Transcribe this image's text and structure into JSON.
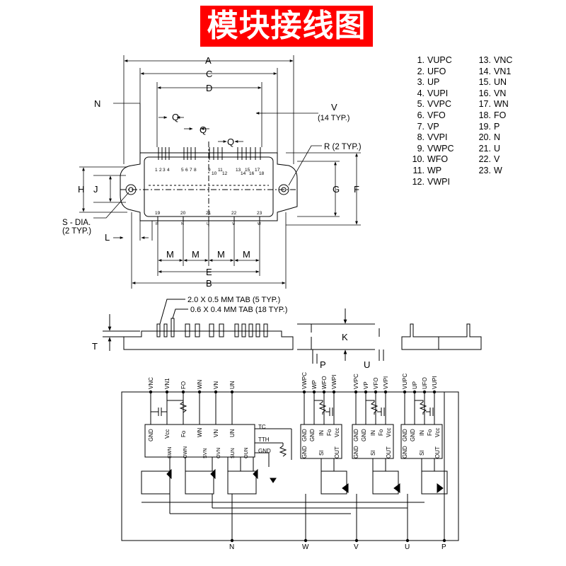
{
  "title": "模块接线图",
  "pins": [
    {
      "num": "1.",
      "name": "VUPC"
    },
    {
      "num": "2.",
      "name": "UFO"
    },
    {
      "num": "3.",
      "name": "UP"
    },
    {
      "num": "4.",
      "name": "VUPI"
    },
    {
      "num": "5.",
      "name": "VVPC"
    },
    {
      "num": "6.",
      "name": "VFO"
    },
    {
      "num": "7.",
      "name": "VP"
    },
    {
      "num": "8.",
      "name": "VVPI"
    },
    {
      "num": "9.",
      "name": "VWPC"
    },
    {
      "num": "10.",
      "name": "WFO"
    },
    {
      "num": "11.",
      "name": "WP"
    },
    {
      "num": "12.",
      "name": "VWPI"
    },
    {
      "num": "13.",
      "name": "VNC"
    },
    {
      "num": "14.",
      "name": "VN1"
    },
    {
      "num": "15.",
      "name": "UN"
    },
    {
      "num": "16.",
      "name": "VN"
    },
    {
      "num": "17.",
      "name": "WN"
    },
    {
      "num": "18.",
      "name": "FO"
    },
    {
      "num": "19.",
      "name": "P"
    },
    {
      "num": "20.",
      "name": "N"
    },
    {
      "num": "21.",
      "name": "U"
    },
    {
      "num": "22.",
      "name": "V"
    },
    {
      "num": "23.",
      "name": "W"
    }
  ],
  "dims": {
    "A": "A",
    "B": "B",
    "C": "C",
    "D": "D",
    "E": "E",
    "F": "F",
    "G": "G",
    "H": "H",
    "J": "J",
    "K": "K",
    "L": "L",
    "M": "M",
    "N": "N",
    "P": "P",
    "Q": "Q",
    "T": "T",
    "U": "U",
    "V": "V",
    "V_note": "(14 TYP.)",
    "R": "R (2 TYP.)",
    "S": "S - DIA.",
    "S_note": "(2 TYP.)"
  },
  "top_pins": [
    "1",
    "2",
    "3",
    "4",
    "5",
    "6",
    "7",
    "8",
    "9",
    "10",
    "11",
    "12",
    "13",
    "14",
    "15",
    "16",
    "17",
    "18"
  ],
  "bottom_pins": [
    "19",
    "20",
    "21",
    "22",
    "23"
  ],
  "bottom_letters": [
    "P",
    "N",
    "U",
    "V",
    "W"
  ],
  "tab_notes": [
    "2.0 X 0.5 MM TAB (5 TYP.)",
    "0.6 X 0.4 MM TAB (18 TYP.)"
  ],
  "schematic": {
    "top_left_labels": [
      "VNC",
      "VN1",
      "FO",
      "WN",
      "VN",
      "UN"
    ],
    "top_w_labels": [
      "VWPC",
      "WP",
      "WFO",
      "VWPI"
    ],
    "top_v_labels": [
      "VVPC",
      "VP",
      "VFO",
      "VVPI"
    ],
    "top_u_labels": [
      "VUPC",
      "UP",
      "UFO",
      "VUPI"
    ],
    "low_ic_pins": [
      "GND",
      "Vcc",
      "Fo",
      "WN",
      "VN",
      "UN"
    ],
    "low_ic_out": [
      "SWN",
      "OWN",
      "SVN",
      "OVN",
      "SUN",
      "OUN"
    ],
    "tc": "TC",
    "tth": "TTH",
    "gnd": "GND",
    "hi_ic_pins": [
      "GND",
      "GND",
      "IN",
      "Fo",
      "Vcc"
    ],
    "hi_ic_out": [
      "GND",
      "SI",
      "OUT"
    ],
    "bottom_terms": [
      "N",
      "W",
      "V",
      "U",
      "P"
    ]
  }
}
